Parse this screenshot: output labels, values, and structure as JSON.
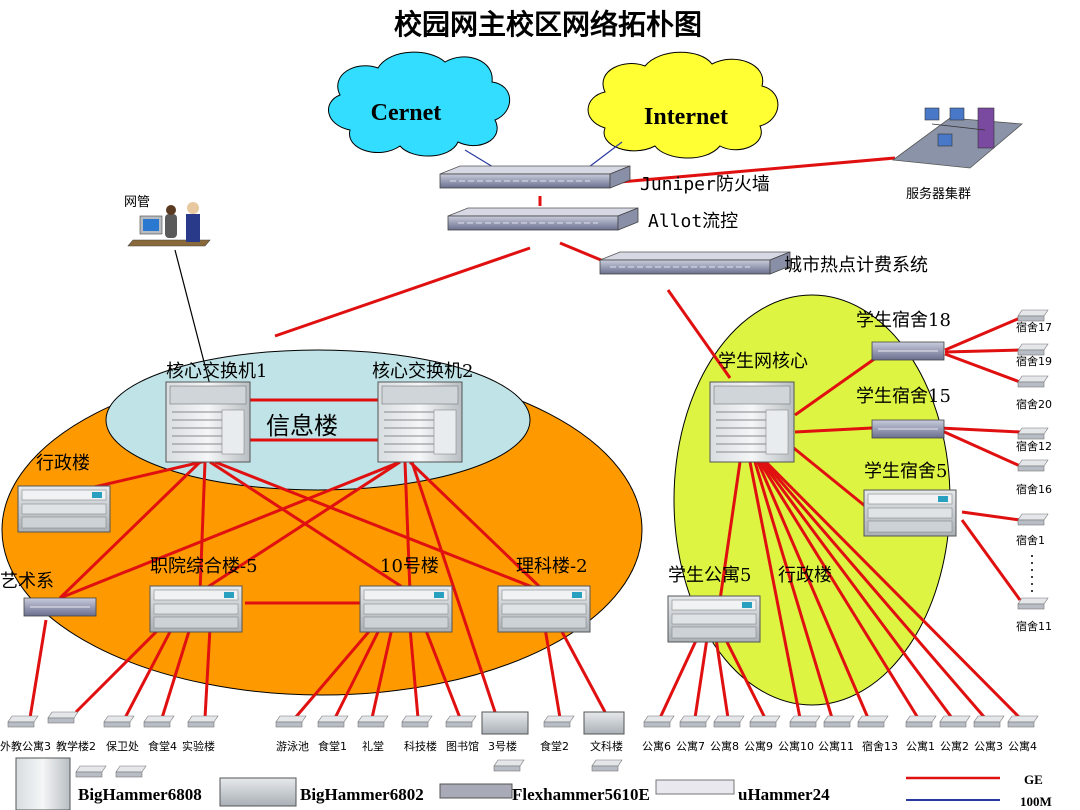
{
  "title": "校园网主校区网络拓朴图",
  "clouds": {
    "cernet": "Cernet",
    "internet": "Internet"
  },
  "devices": {
    "firewall": "Juniper防火墙",
    "allot": "Allot流控",
    "billing": "城市热点计费系统",
    "server_cluster": "服务器集群",
    "netmgmt": "网管"
  },
  "core": {
    "core1": "核心交换机1",
    "core2": "核心交换机2",
    "info_building": "信息楼"
  },
  "main_campus": {
    "admin": "行政楼",
    "art": "艺术系",
    "vocational": "职院综合楼-5",
    "bldg10": "10号楼",
    "science": "理科楼-2"
  },
  "student": {
    "core": "学生网核心",
    "dorm18": "学生宿舍18",
    "dorm15": "学生宿舍15",
    "dorm5": "学生宿舍5",
    "apt5": "学生公寓5",
    "admin": "行政楼"
  },
  "dorm_leaves": [
    "宿舍17",
    "宿舍19",
    "宿舍20",
    "宿舍12",
    "宿舍16",
    "宿舍1",
    "宿舍11"
  ],
  "bottom_leaves": [
    "外教公寓3",
    "教学楼2",
    "保卫处",
    "食堂4",
    "实验楼",
    "游泳池",
    "食堂1",
    "礼堂",
    "科技楼",
    "图书馆",
    "3号楼",
    "食堂2",
    "文科楼",
    "公寓6",
    "公寓7",
    "公寓8",
    "公寓9",
    "公寓10",
    "公寓11",
    "宿舍13",
    "公寓1",
    "公寓2",
    "公寓3",
    "公寓4"
  ],
  "legend": {
    "bh6808": "BigHammer6808",
    "bh6802": "BigHammer6802",
    "flex": "Flexhammer5610E",
    "uh24": "uHammer24",
    "ge": "GE",
    "m100": "100M"
  },
  "colors": {
    "link_ge": "#e01010",
    "link_100m": "#2a3aa0",
    "main_area": "#ff9900",
    "core_area": "#bfe3e6",
    "student_area": "#ddf542",
    "cernet_cloud": "#33ddff",
    "internet_cloud": "#ffff33"
  }
}
